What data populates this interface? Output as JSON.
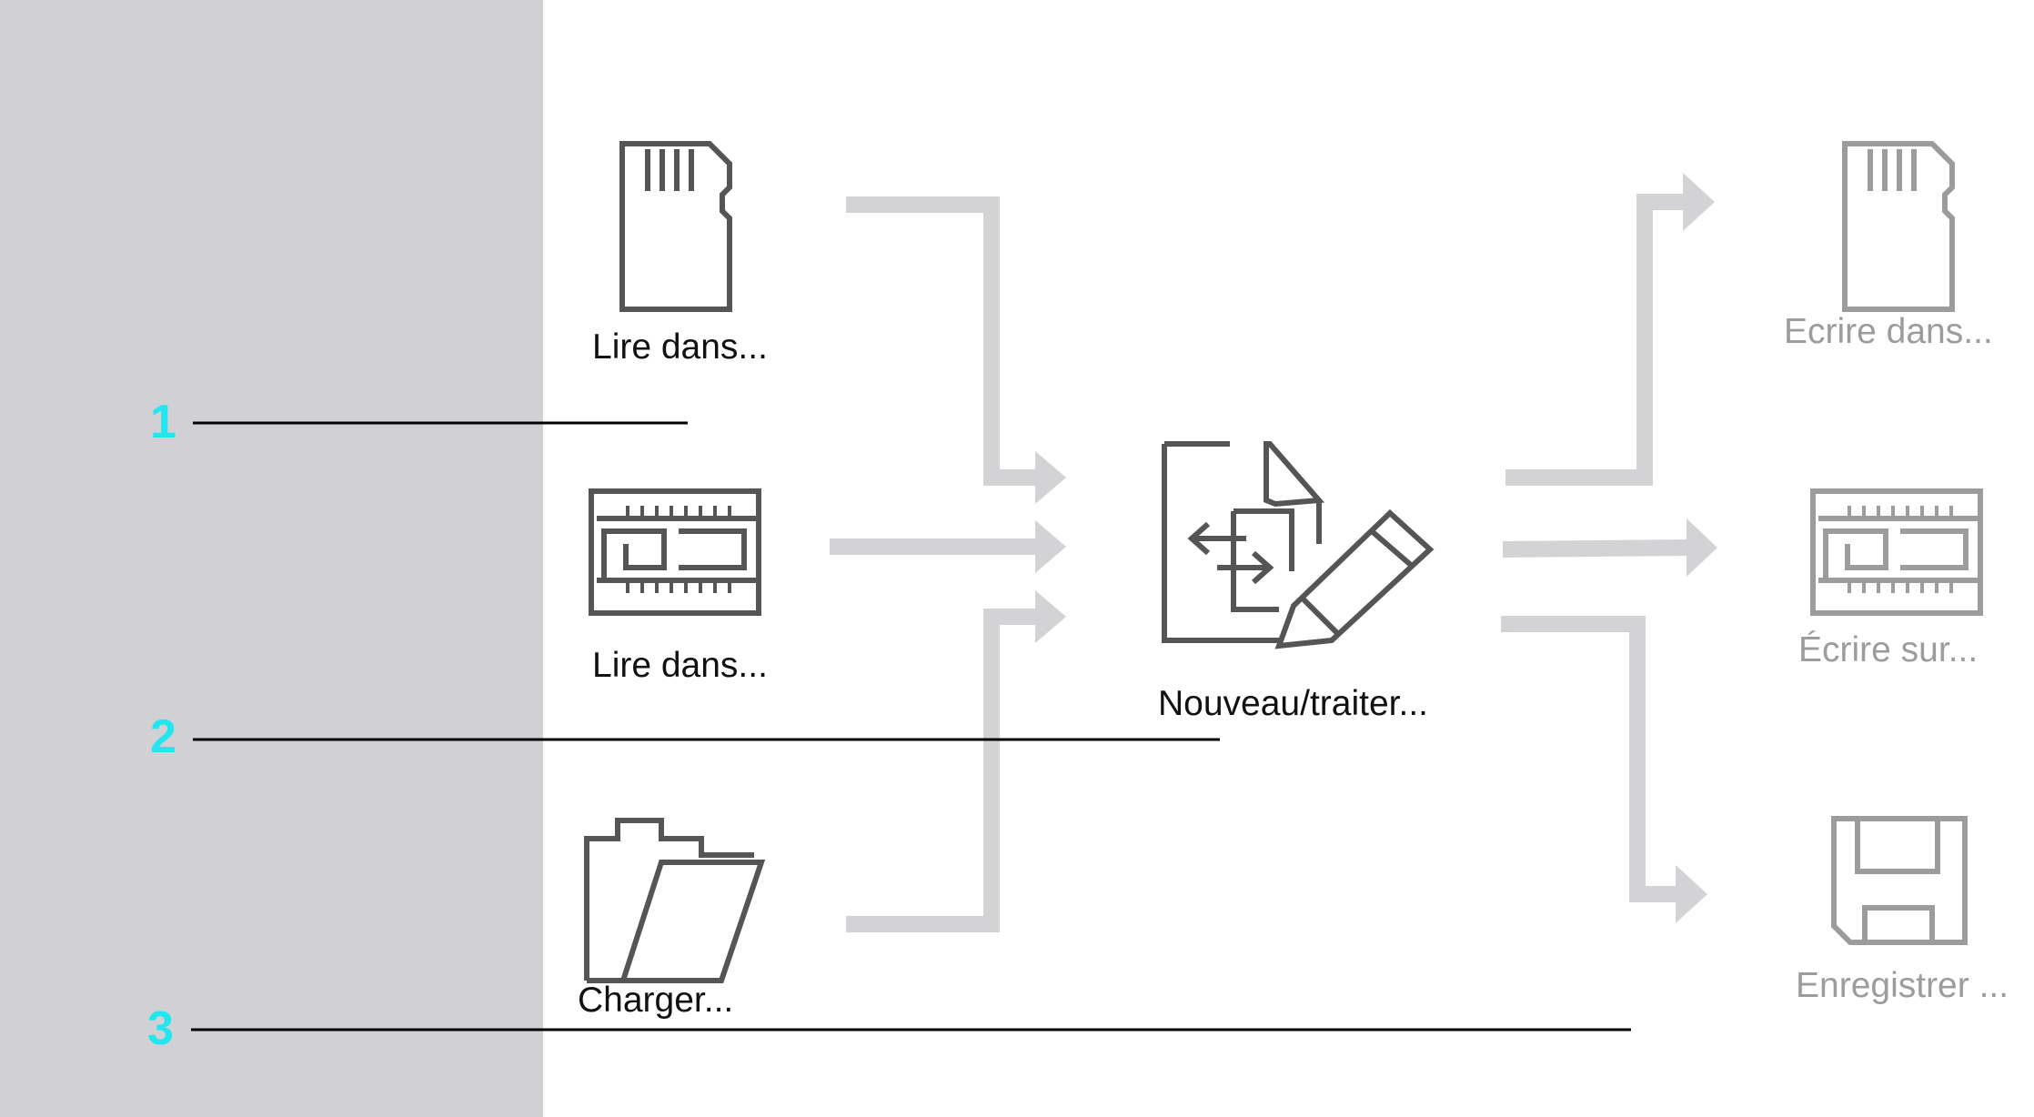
{
  "inputs": {
    "read_sd": "Lire dans...",
    "read_module": "Lire dans...",
    "load": "Charger..."
  },
  "process": {
    "label": "Nouveau/traiter..."
  },
  "outputs": {
    "write_sd": "Ecrire dans...",
    "write_module": "Écrire sur...",
    "save": "Enregistrer ..."
  },
  "callouts": [
    "1",
    "2",
    "3"
  ],
  "colors": {
    "panel": "#d1d1d5",
    "arrow": "#d3d3d6",
    "icon": "#555555",
    "icon_muted": "#9c9c9c",
    "callout": "#22e6ee"
  },
  "icons": {
    "read_sd": "sd-card-icon",
    "read_module": "memory-module-icon",
    "load": "open-folder-icon",
    "process": "edit-document-icon",
    "write_sd": "sd-card-icon",
    "write_module": "memory-module-icon",
    "save": "floppy-disk-icon"
  }
}
